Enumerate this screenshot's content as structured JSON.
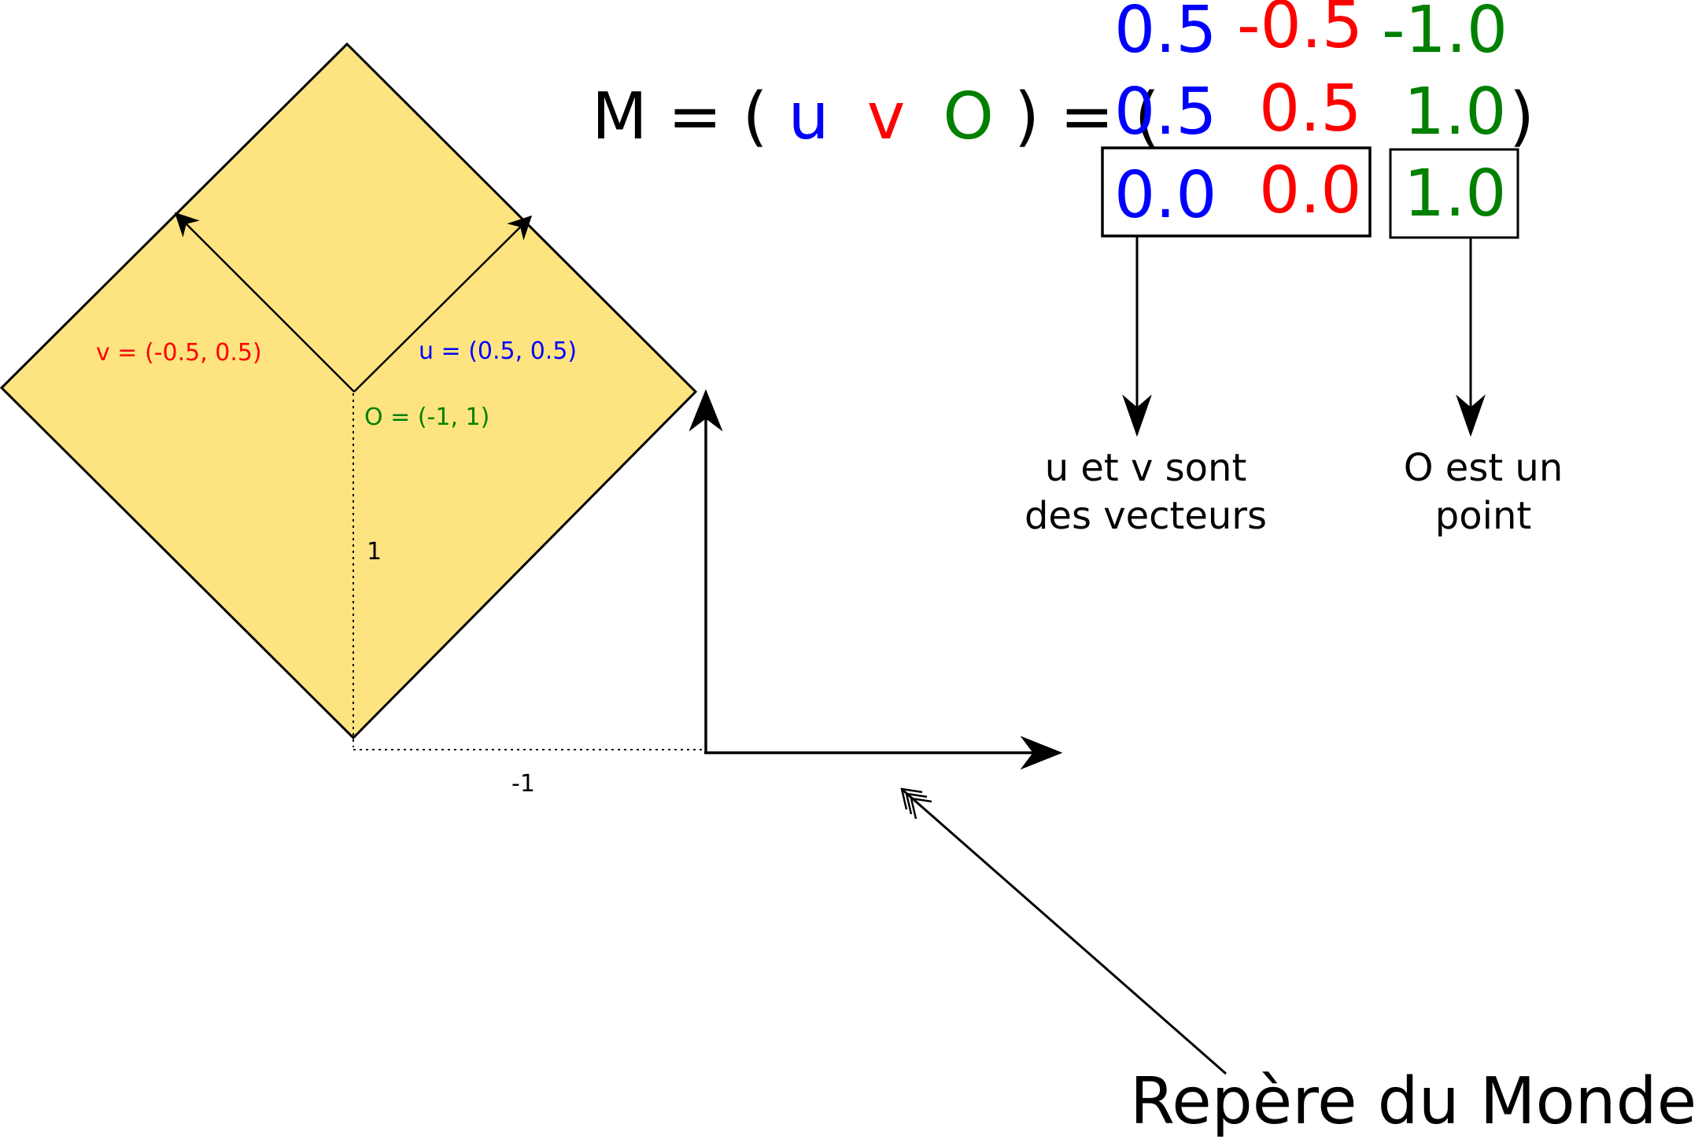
{
  "colors": {
    "u": "#0000ff",
    "v": "#ff0000",
    "origin": "#008000",
    "text": "#000000",
    "square_fill": "#fde480",
    "stroke": "#000000"
  },
  "labels": {
    "vector_v": "v = (-0.5, 0.5)",
    "vector_u": "u = (0.5, 0.5)",
    "point_o": "O = (-1, 1)",
    "dim_vertical": "1",
    "dim_horizontal": "-1",
    "world_frame": "Repère du Monde"
  },
  "formula": {
    "prefix": "M = (",
    "u": "u",
    "v": "v",
    "o": "O",
    "mid": ") = (",
    "close": ")"
  },
  "matrix": {
    "rows": [
      [
        "0.5",
        "-0.5",
        "-1.0"
      ],
      [
        "0.5",
        "0.5",
        "1.0"
      ],
      [
        "0.0",
        "0.0",
        "1.0"
      ]
    ]
  },
  "notes": {
    "vectors_line1": "u et v sont",
    "vectors_line2": "des vecteurs",
    "point_line1": "O est un",
    "point_line2": "point"
  }
}
